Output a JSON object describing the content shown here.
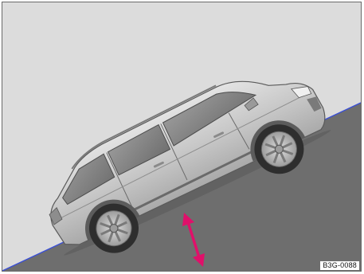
{
  "figure": {
    "code": "B3G-0088",
    "colors": {
      "background": "#dcdcdc",
      "ground": "#6e6e6e",
      "slope_edge": "#3a4fd6",
      "arrow": "#e0106a",
      "car_body": "#c9c9c9",
      "tire": "#2e2e2e",
      "rim": "#bfbfbf"
    },
    "icons": {
      "vehicle": "station-wagon-on-incline",
      "indicator": "double-headed-arrow"
    }
  }
}
